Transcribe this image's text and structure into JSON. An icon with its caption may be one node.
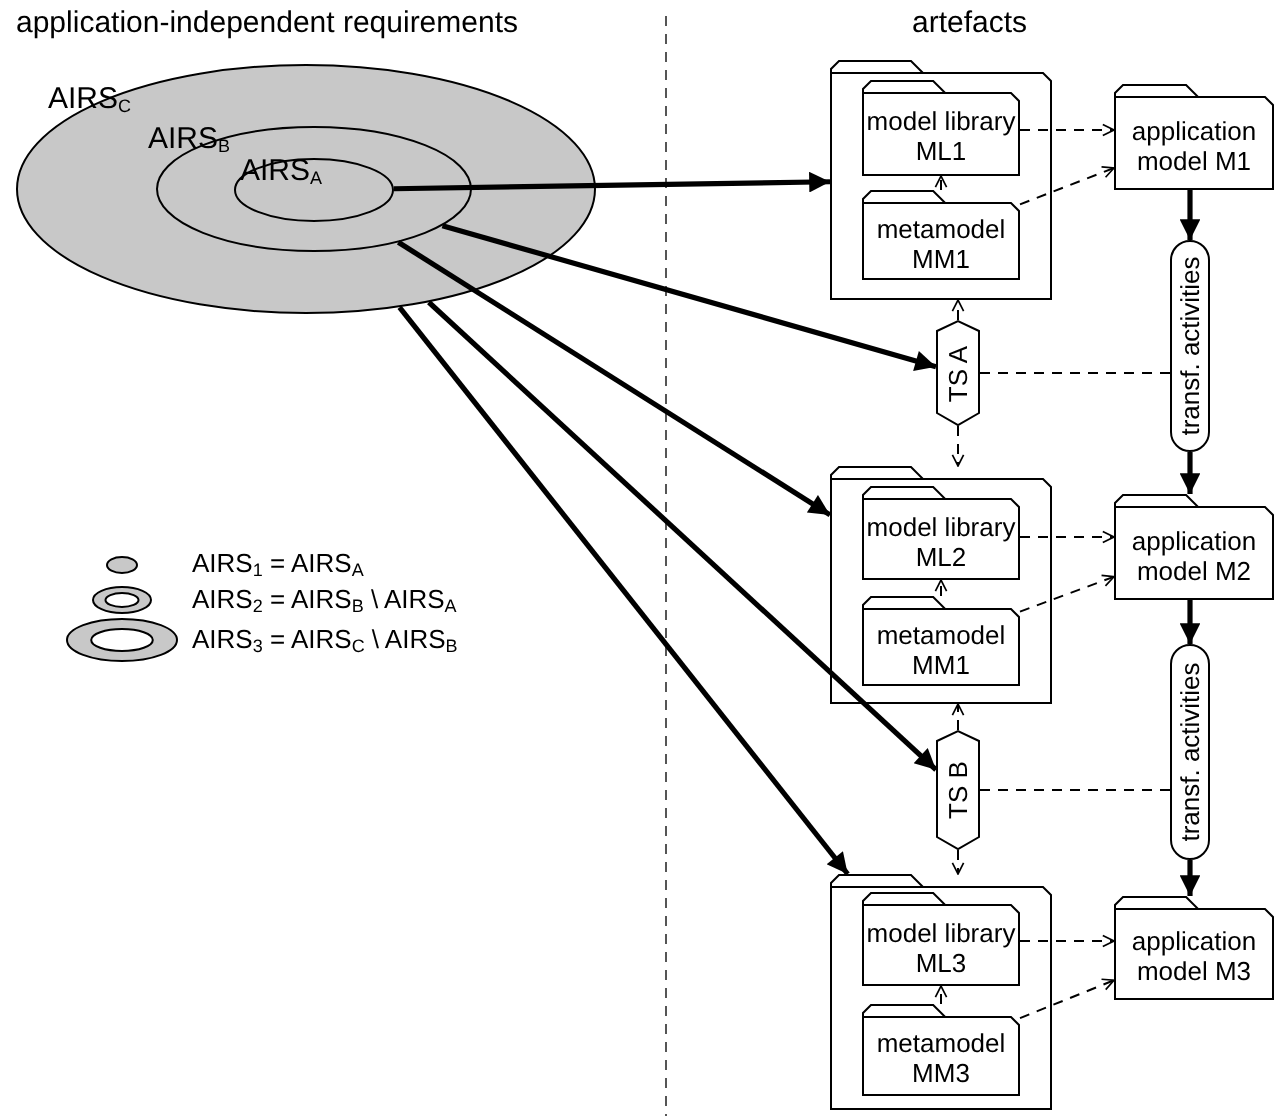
{
  "diagram": {
    "nodes": [
      {
        "text": [
          "AIRS$_{C}$"
        ]
      },
      {
        "text": [
          "AIRS$_{B}$"
        ],
        "in": 0
      },
      {
        "text": [
          "AIRS$_{A}$"
        ],
        "in": 1
      },
      {
        "text": [],
        "shape": "box"
      },
      {
        "text": [
          "model library ML1"
        ],
        "in": 3
      },
      {
        "text": [
          "metamodel MM1"
        ],
        "in": 3
      },
      {
        "text": [
          "application model M1"
        ]
      },
      {
        "text": [
          "TS A"
        ]
      },
      {
        "text": [
          "transf. activities"
        ]
      },
      {
        "text": [],
        "shape": "box"
      },
      {
        "text": [
          "model library ML2"
        ],
        "in": 9
      },
      {
        "text": [
          "metamodel MM1"
        ],
        "in": 9
      },
      {
        "text": [
          "application model M2"
        ]
      },
      {
        "text": [
          "TS B"
        ]
      },
      {
        "text": [
          "transf. activities"
        ]
      },
      {
        "text": [],
        "shape": "box"
      },
      {
        "text": [
          "model library ML3"
        ],
        "in": 15
      },
      {
        "text": [
          "metamodel MM3"
        ],
        "in": 15
      },
      {
        "text": [
          "application model M3"
        ]
      }
    ],
    "edges": [
      {
        "from": 2,
        "to": 3,
        "arrow": "to",
        "style": "thick"
      },
      {
        "from": 1,
        "to": 7,
        "arrow": "to",
        "style": "thick"
      },
      {
        "from": 1,
        "to": 9,
        "arrow": "to",
        "style": "thick"
      },
      {
        "from": 0,
        "to": 13,
        "arrow": "to",
        "style": "thick"
      },
      {
        "from": 0,
        "to": 15,
        "arrow": "to",
        "style": "thick"
      },
      {
        "from": 4,
        "to": 6,
        "arrow": "to",
        "style": "dashed"
      },
      {
        "from": 5,
        "to": 6,
        "arrow": "to",
        "style": "dashed"
      },
      {
        "from": 5,
        "to": 4,
        "arrow": "to",
        "style": "dashed"
      },
      {
        "from": 7,
        "to": 3,
        "arrow": "to",
        "style": "dashed"
      },
      {
        "from": 7,
        "to": 9,
        "arrow": "to",
        "style": "dashed"
      },
      {
        "from": 7,
        "to": 8,
        "arrow": "none",
        "style": "dashed"
      },
      {
        "from": 6,
        "to": 8,
        "arrow": "to",
        "style": "thick"
      },
      {
        "from": 8,
        "to": 12,
        "arrow": "to",
        "style": "thick"
      },
      {
        "from": 10,
        "to": 12,
        "arrow": "to",
        "style": "dashed"
      },
      {
        "from": 11,
        "to": 12,
        "arrow": "to",
        "style": "dashed"
      },
      {
        "from": 11,
        "to": 10,
        "arrow": "to",
        "style": "dashed"
      },
      {
        "from": 13,
        "to": 9,
        "arrow": "to",
        "style": "dashed"
      },
      {
        "from": 13,
        "to": 15,
        "arrow": "to",
        "style": "dashed"
      },
      {
        "from": 13,
        "to": 14,
        "arrow": "none",
        "style": "dashed"
      },
      {
        "from": 12,
        "to": 14,
        "arrow": "to",
        "style": "thick"
      },
      {
        "from": 14,
        "to": 18,
        "arrow": "to",
        "style": "thick"
      },
      {
        "from": 16,
        "to": 18,
        "arrow": "to",
        "style": "dashed"
      },
      {
        "from": 17,
        "to": 18,
        "arrow": "to",
        "style": "dashed"
      },
      {
        "from": 17,
        "to": 16,
        "arrow": "to",
        "style": "dashed"
      }
    ],
    "labels": [
      "application-independent requirements",
      "artefacts"
    ],
    "legend": [
      {
        "text": "AIRS$_{1}$ = AIRS$_{A}$"
      },
      {
        "text": "AIRS$_{2}$ = AIRS$_{B}$ \\ AIRS$_{A}$"
      },
      {
        "text": "AIRS$_{3}$ = AIRS$_{C}$ \\ AIRS$_{B}$"
      }
    ]
  }
}
